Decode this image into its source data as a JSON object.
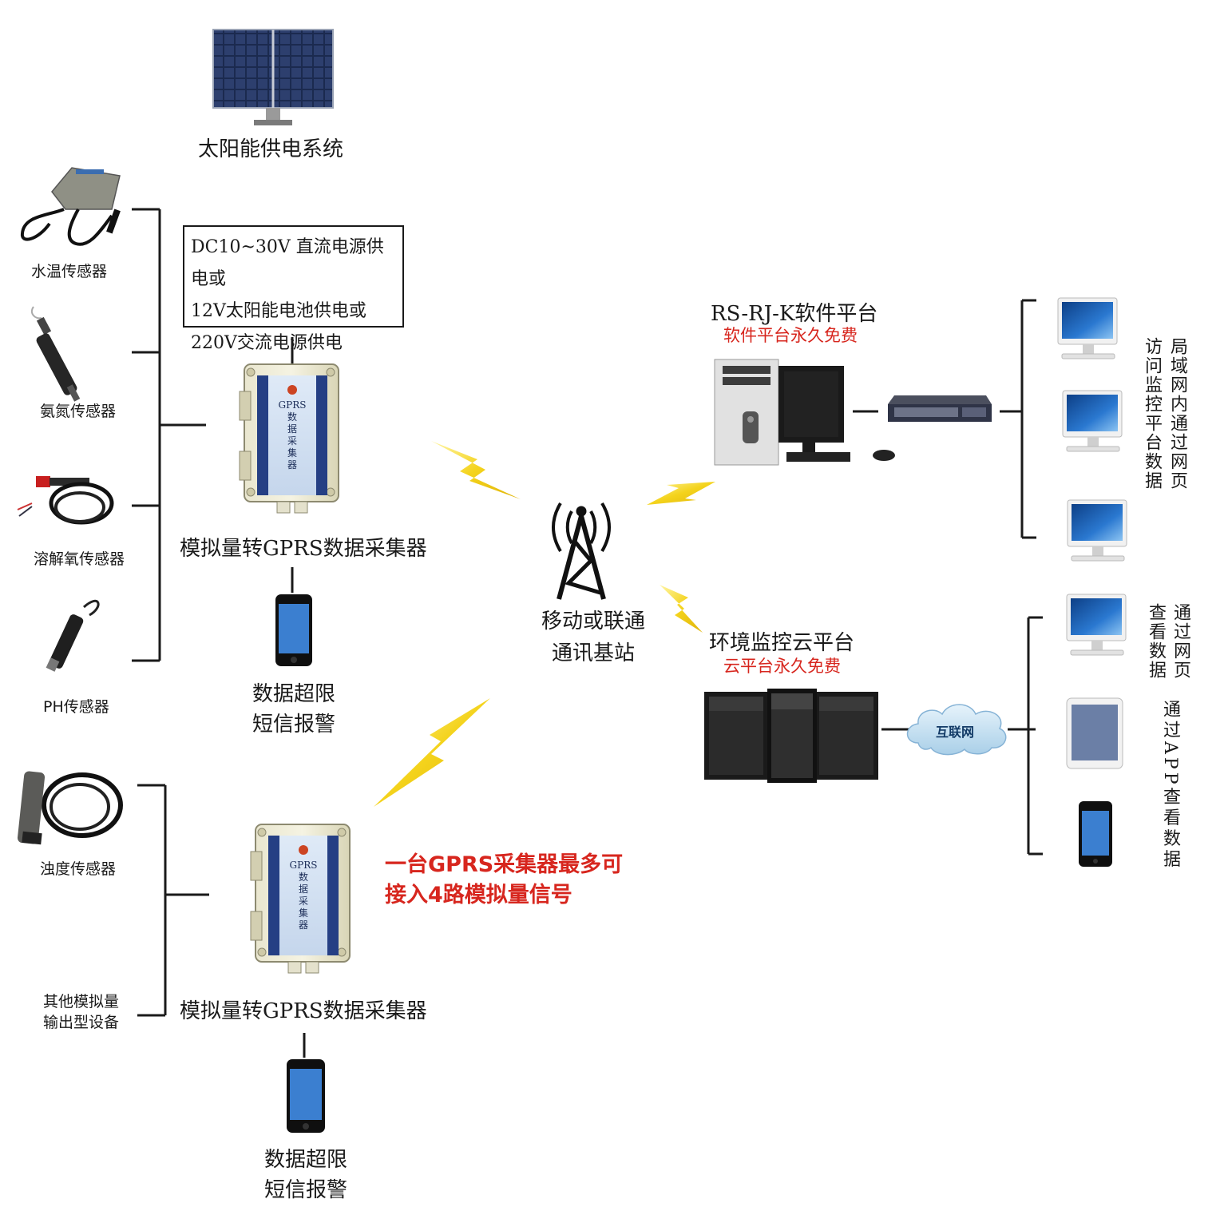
{
  "solar": {
    "label": "太阳能供电系统"
  },
  "power_note": {
    "lines": [
      "DC10~30V 直流电源供电或",
      "12V太阳能电池供电或",
      "220V交流电源供电"
    ]
  },
  "sensors_group1": [
    {
      "label": "水温传感器"
    },
    {
      "label": "氨氮传感器"
    },
    {
      "label": "溶解氧传感器"
    },
    {
      "label": "PH传感器"
    }
  ],
  "sensors_group2": [
    {
      "label": "浊度传感器"
    },
    {
      "label": "其他模拟量\n输出型设备"
    }
  ],
  "collector": {
    "label": "模拟量转GPRS数据采集器",
    "device_text": "GPRS\n数\n据\n采\n集\n器"
  },
  "sms_alarm": {
    "label_line1": "数据超限",
    "label_line2": "短信报警"
  },
  "tower": {
    "label_line1": "移动或联通",
    "label_line2": "通讯基站"
  },
  "capacity_note": {
    "line1": "一台GPRS采集器最多可",
    "line2": "接入4路模拟量信号"
  },
  "software_platform": {
    "title": "RS-RJ-K软件平台",
    "subtitle": "软件平台永久免费"
  },
  "cloud_platform": {
    "title": "环境监控云平台",
    "subtitle": "云平台永久免费"
  },
  "internet": {
    "label": "互联网"
  },
  "lan_access_text": {
    "col1": "局域网内通过网页",
    "col2": "访问监控平台数据"
  },
  "web_view_text": {
    "col1": "通过网页",
    "col2": "查看数据"
  },
  "app_view_text": {
    "col1": "通过APP查看数据"
  },
  "colors": {
    "bolt": "#f1d21a",
    "red_text": "#d7261e",
    "line": "#1a1a1a",
    "screen_blue": "#1c5fb5"
  }
}
